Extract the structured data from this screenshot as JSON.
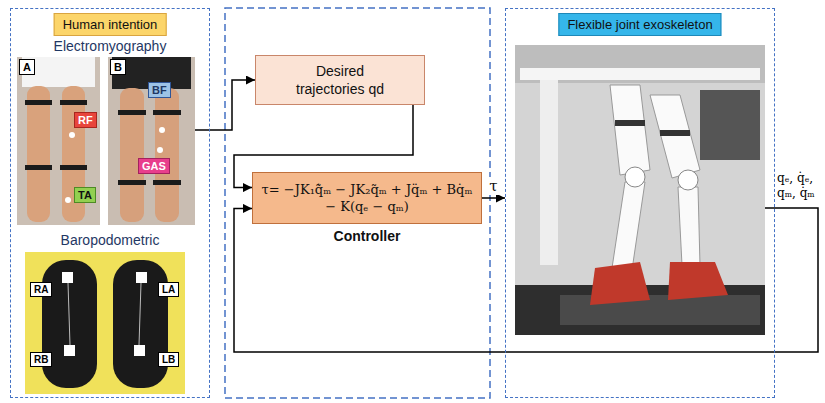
{
  "diagram": {
    "nodes": [
      {
        "text": [
          "Human intention"
        ]
      },
      {
        "text": [
          "Desired trajectories qd"
        ]
      },
      {
        "text": [
          "τ= −JK₁q̃̇ₘ − JK₂q̃ₘ + Jq̈ₘ + Bq̇ₘ − K(qₑ − qₘ)",
          "Controller"
        ]
      },
      {
        "text": [
          "Flexible joint exoskeleton"
        ]
      }
    ],
    "edges": [
      {
        "from": 0,
        "to": 1,
        "arrow": "to"
      },
      {
        "from": 1,
        "to": 2,
        "arrow": "to"
      },
      {
        "from": 2,
        "to": 3,
        "label": "τ",
        "arrow": "to"
      },
      {
        "from": 3,
        "to": 2,
        "arrow": "to"
      }
    ],
    "labels": [
      "Electromyography",
      "A",
      "B",
      "BF",
      "RF",
      "GAS",
      "TA",
      "Baropodometric",
      "RA",
      "LA",
      "RB",
      "LB",
      "qₑ, q̇ₑ, qₘ, q̇ₘ"
    ]
  }
}
